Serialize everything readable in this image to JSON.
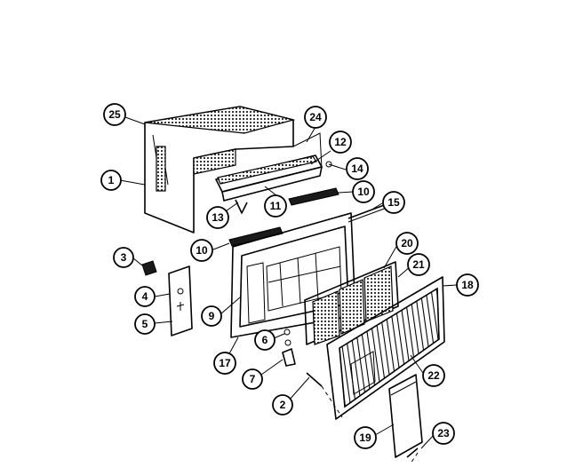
{
  "callouts": [
    {
      "key": "c1",
      "label": "1"
    },
    {
      "key": "c2",
      "label": "2"
    },
    {
      "key": "c3",
      "label": "3"
    },
    {
      "key": "c4",
      "label": "4"
    },
    {
      "key": "c5",
      "label": "5"
    },
    {
      "key": "c6",
      "label": "6"
    },
    {
      "key": "c7",
      "label": "7"
    },
    {
      "key": "c9",
      "label": "9"
    },
    {
      "key": "c10a",
      "label": "10"
    },
    {
      "key": "c10b",
      "label": "10"
    },
    {
      "key": "c11",
      "label": "11"
    },
    {
      "key": "c12",
      "label": "12"
    },
    {
      "key": "c13",
      "label": "13"
    },
    {
      "key": "c14",
      "label": "14"
    },
    {
      "key": "c15",
      "label": "15"
    },
    {
      "key": "c17",
      "label": "17"
    },
    {
      "key": "c18",
      "label": "18"
    },
    {
      "key": "c19",
      "label": "19"
    },
    {
      "key": "c20",
      "label": "20"
    },
    {
      "key": "c21",
      "label": "21"
    },
    {
      "key": "c22",
      "label": "22"
    },
    {
      "key": "c23",
      "label": "23"
    },
    {
      "key": "c24",
      "label": "24"
    },
    {
      "key": "c25",
      "label": "25"
    }
  ]
}
